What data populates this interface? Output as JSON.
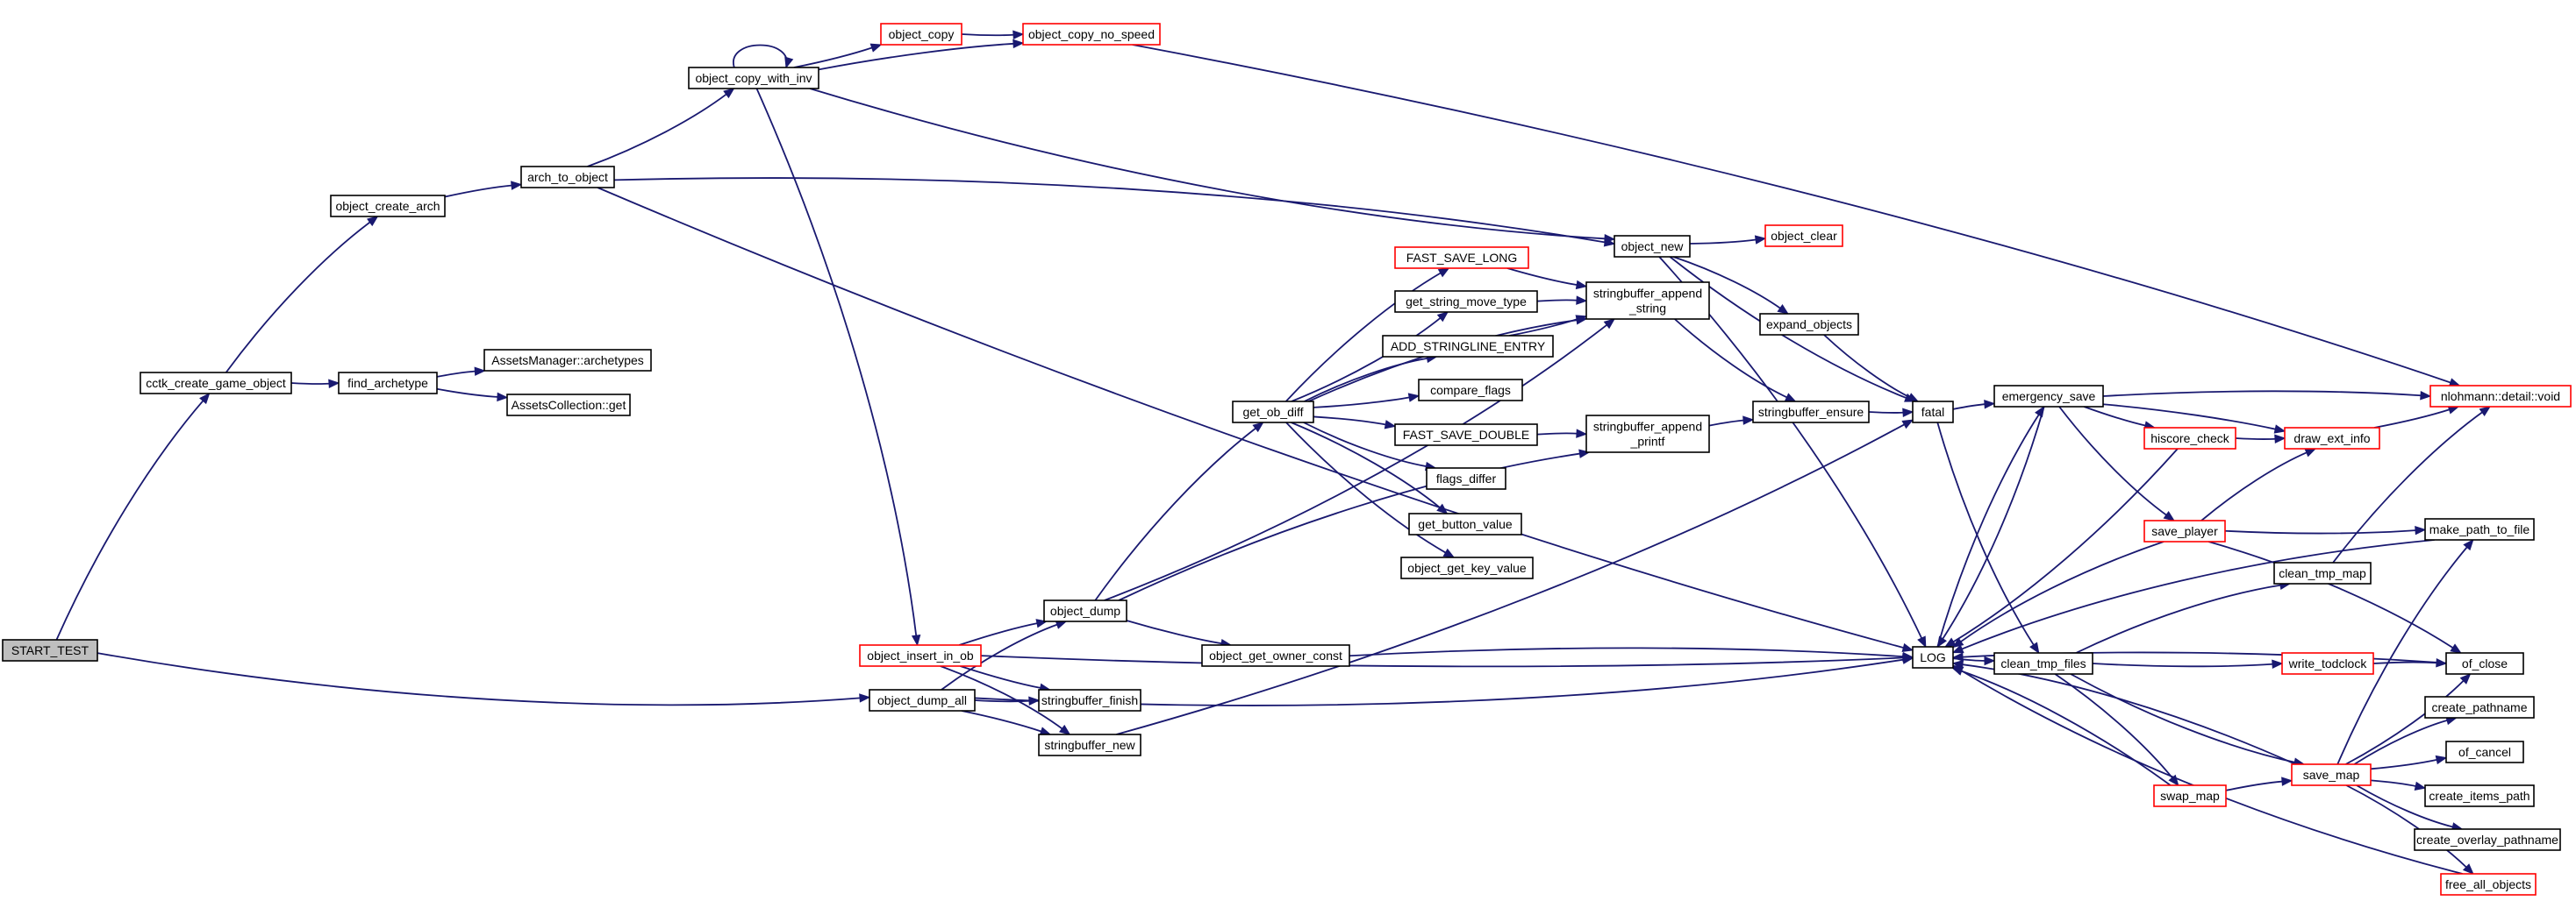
{
  "colors": {
    "edge": "#191970",
    "box_border": "#000000",
    "box_border_linked": "#ff0000",
    "root_fill": "#bfbfbf",
    "background": "#ffffff"
  },
  "nodes": [
    {
      "id": "start_test",
      "lines": [
        "START_TEST"
      ],
      "style": "root"
    },
    {
      "id": "cctk_create_game_object",
      "lines": [
        "cctk_create_game_object"
      ],
      "style": "normal"
    },
    {
      "id": "object_create_arch",
      "lines": [
        "object_create_arch"
      ],
      "style": "normal"
    },
    {
      "id": "find_archetype",
      "lines": [
        "find_archetype"
      ],
      "style": "normal"
    },
    {
      "id": "assets_manager_archetypes",
      "lines": [
        "AssetsManager::archetypes"
      ],
      "style": "normal"
    },
    {
      "id": "assets_collection_get",
      "lines": [
        "AssetsCollection::get"
      ],
      "style": "normal"
    },
    {
      "id": "arch_to_object",
      "lines": [
        "arch_to_object"
      ],
      "style": "normal"
    },
    {
      "id": "object_copy_with_inv",
      "lines": [
        "object_copy_with_inv"
      ],
      "style": "normal"
    },
    {
      "id": "object_copy",
      "lines": [
        "object_copy"
      ],
      "style": "linked"
    },
    {
      "id": "object_copy_no_speed",
      "lines": [
        "object_copy_no_speed"
      ],
      "style": "linked"
    },
    {
      "id": "object_new",
      "lines": [
        "object_new"
      ],
      "style": "normal"
    },
    {
      "id": "object_clear",
      "lines": [
        "object_clear"
      ],
      "style": "linked"
    },
    {
      "id": "expand_objects",
      "lines": [
        "expand_objects"
      ],
      "style": "normal"
    },
    {
      "id": "fast_save_long",
      "lines": [
        "FAST_SAVE_LONG"
      ],
      "style": "linked"
    },
    {
      "id": "get_string_move_type",
      "lines": [
        "get_string_move_type"
      ],
      "style": "normal"
    },
    {
      "id": "add_stringline_entry",
      "lines": [
        "ADD_STRINGLINE_ENTRY"
      ],
      "style": "normal"
    },
    {
      "id": "compare_flags",
      "lines": [
        "compare_flags"
      ],
      "style": "normal"
    },
    {
      "id": "fast_save_double",
      "lines": [
        "FAST_SAVE_DOUBLE"
      ],
      "style": "normal"
    },
    {
      "id": "flags_differ",
      "lines": [
        "flags_differ"
      ],
      "style": "normal"
    },
    {
      "id": "get_button_value",
      "lines": [
        "get_button_value"
      ],
      "style": "normal"
    },
    {
      "id": "object_get_key_value",
      "lines": [
        "object_get_key_value"
      ],
      "style": "normal"
    },
    {
      "id": "get_ob_diff",
      "lines": [
        "get_ob_diff"
      ],
      "style": "normal"
    },
    {
      "id": "stringbuffer_append_string",
      "lines": [
        "stringbuffer_append",
        "_string"
      ],
      "style": "normal"
    },
    {
      "id": "stringbuffer_append_printf",
      "lines": [
        "stringbuffer_append",
        "_printf"
      ],
      "style": "normal"
    },
    {
      "id": "stringbuffer_ensure",
      "lines": [
        "stringbuffer_ensure"
      ],
      "style": "normal"
    },
    {
      "id": "fatal",
      "lines": [
        "fatal"
      ],
      "style": "normal"
    },
    {
      "id": "emergency_save",
      "lines": [
        "emergency_save"
      ],
      "style": "normal"
    },
    {
      "id": "hiscore_check",
      "lines": [
        "hiscore_check"
      ],
      "style": "linked"
    },
    {
      "id": "draw_ext_info",
      "lines": [
        "draw_ext_info"
      ],
      "style": "linked"
    },
    {
      "id": "nlohmann_detail_void",
      "lines": [
        "nlohmann::detail::void"
      ],
      "style": "linked"
    },
    {
      "id": "save_player",
      "lines": [
        "save_player"
      ],
      "style": "linked"
    },
    {
      "id": "make_path_to_file",
      "lines": [
        "make_path_to_file"
      ],
      "style": "normal"
    },
    {
      "id": "clean_tmp_map",
      "lines": [
        "clean_tmp_map"
      ],
      "style": "normal"
    },
    {
      "id": "object_dump",
      "lines": [
        "object_dump"
      ],
      "style": "normal"
    },
    {
      "id": "object_insert_in_ob",
      "lines": [
        "object_insert_in_ob"
      ],
      "style": "linked"
    },
    {
      "id": "object_get_owner_const",
      "lines": [
        "object_get_owner_const"
      ],
      "style": "normal"
    },
    {
      "id": "log",
      "lines": [
        "LOG"
      ],
      "style": "normal"
    },
    {
      "id": "clean_tmp_files",
      "lines": [
        "clean_tmp_files"
      ],
      "style": "normal"
    },
    {
      "id": "write_todclock",
      "lines": [
        "write_todclock"
      ],
      "style": "linked"
    },
    {
      "id": "of_close",
      "lines": [
        "of_close"
      ],
      "style": "normal"
    },
    {
      "id": "object_dump_all",
      "lines": [
        "object_dump_all"
      ],
      "style": "normal"
    },
    {
      "id": "stringbuffer_finish",
      "lines": [
        "stringbuffer_finish"
      ],
      "style": "normal"
    },
    {
      "id": "stringbuffer_new",
      "lines": [
        "stringbuffer_new"
      ],
      "style": "normal"
    },
    {
      "id": "create_pathname",
      "lines": [
        "create_pathname"
      ],
      "style": "normal"
    },
    {
      "id": "of_cancel",
      "lines": [
        "of_cancel"
      ],
      "style": "normal"
    },
    {
      "id": "save_map",
      "lines": [
        "save_map"
      ],
      "style": "linked"
    },
    {
      "id": "swap_map",
      "lines": [
        "swap_map"
      ],
      "style": "linked"
    },
    {
      "id": "create_items_path",
      "lines": [
        "create_items_path"
      ],
      "style": "normal"
    },
    {
      "id": "create_overlay_pathname",
      "lines": [
        "create_overlay_pathname"
      ],
      "style": "normal"
    },
    {
      "id": "free_all_objects",
      "lines": [
        "free_all_objects"
      ],
      "style": "linked"
    }
  ],
  "edges": [
    [
      "start_test",
      "cctk_create_game_object"
    ],
    [
      "start_test",
      "object_dump_all"
    ],
    [
      "cctk_create_game_object",
      "object_create_arch"
    ],
    [
      "cctk_create_game_object",
      "find_archetype"
    ],
    [
      "find_archetype",
      "assets_manager_archetypes"
    ],
    [
      "find_archetype",
      "assets_collection_get"
    ],
    [
      "object_create_arch",
      "arch_to_object"
    ],
    [
      "arch_to_object",
      "object_copy_with_inv"
    ],
    [
      "arch_to_object",
      "object_new"
    ],
    [
      "arch_to_object",
      "log"
    ],
    [
      "object_copy_with_inv",
      "object_copy_with_inv"
    ],
    [
      "object_copy_with_inv",
      "object_copy"
    ],
    [
      "object_copy_with_inv",
      "object_copy_no_speed"
    ],
    [
      "object_copy_with_inv",
      "object_new"
    ],
    [
      "object_copy_with_inv",
      "object_insert_in_ob"
    ],
    [
      "object_copy",
      "object_copy_no_speed"
    ],
    [
      "object_copy_no_speed",
      "nlohmann_detail_void"
    ],
    [
      "object_new",
      "object_clear"
    ],
    [
      "object_new",
      "expand_objects"
    ],
    [
      "object_new",
      "fatal"
    ],
    [
      "object_new",
      "log"
    ],
    [
      "expand_objects",
      "fatal"
    ],
    [
      "object_insert_in_ob",
      "object_dump"
    ],
    [
      "object_insert_in_ob",
      "stringbuffer_finish"
    ],
    [
      "object_insert_in_ob",
      "stringbuffer_new"
    ],
    [
      "object_insert_in_ob",
      "log"
    ],
    [
      "object_dump_all",
      "object_dump"
    ],
    [
      "object_dump_all",
      "stringbuffer_finish"
    ],
    [
      "object_dump_all",
      "stringbuffer_new"
    ],
    [
      "object_dump_all",
      "log"
    ],
    [
      "object_dump",
      "get_ob_diff"
    ],
    [
      "object_dump",
      "stringbuffer_append_string"
    ],
    [
      "object_dump",
      "stringbuffer_append_printf"
    ],
    [
      "object_dump",
      "object_get_owner_const"
    ],
    [
      "object_get_owner_const",
      "log"
    ],
    [
      "stringbuffer_new",
      "fatal"
    ],
    [
      "get_ob_diff",
      "fast_save_long"
    ],
    [
      "get_ob_diff",
      "get_string_move_type"
    ],
    [
      "get_ob_diff",
      "add_stringline_entry"
    ],
    [
      "get_ob_diff",
      "compare_flags"
    ],
    [
      "get_ob_diff",
      "fast_save_double"
    ],
    [
      "get_ob_diff",
      "flags_differ"
    ],
    [
      "get_ob_diff",
      "get_button_value"
    ],
    [
      "get_ob_diff",
      "object_get_key_value"
    ],
    [
      "get_ob_diff",
      "stringbuffer_append_string"
    ],
    [
      "fast_save_long",
      "stringbuffer_append_string"
    ],
    [
      "get_string_move_type",
      "stringbuffer_append_string"
    ],
    [
      "add_stringline_entry",
      "stringbuffer_append_string"
    ],
    [
      "fast_save_double",
      "stringbuffer_append_printf"
    ],
    [
      "stringbuffer_append_string",
      "stringbuffer_ensure"
    ],
    [
      "stringbuffer_append_printf",
      "stringbuffer_ensure"
    ],
    [
      "stringbuffer_ensure",
      "fatal"
    ],
    [
      "fatal",
      "emergency_save"
    ],
    [
      "fatal",
      "clean_tmp_files"
    ],
    [
      "emergency_save",
      "nlohmann_detail_void"
    ],
    [
      "emergency_save",
      "hiscore_check"
    ],
    [
      "emergency_save",
      "draw_ext_info"
    ],
    [
      "emergency_save",
      "save_player"
    ],
    [
      "emergency_save",
      "log"
    ],
    [
      "hiscore_check",
      "draw_ext_info"
    ],
    [
      "hiscore_check",
      "log"
    ],
    [
      "draw_ext_info",
      "nlohmann_detail_void"
    ],
    [
      "save_player",
      "draw_ext_info"
    ],
    [
      "save_player",
      "make_path_to_file"
    ],
    [
      "save_player",
      "of_close"
    ],
    [
      "save_player",
      "log"
    ],
    [
      "clean_tmp_map",
      "nlohmann_detail_void"
    ],
    [
      "make_path_to_file",
      "log"
    ],
    [
      "log",
      "emergency_save"
    ],
    [
      "log",
      "clean_tmp_files"
    ],
    [
      "clean_tmp_files",
      "clean_tmp_map"
    ],
    [
      "clean_tmp_files",
      "write_todclock"
    ],
    [
      "clean_tmp_files",
      "swap_map"
    ],
    [
      "clean_tmp_files",
      "save_map"
    ],
    [
      "write_todclock",
      "of_close"
    ],
    [
      "of_close",
      "log"
    ],
    [
      "swap_map",
      "save_map"
    ],
    [
      "swap_map",
      "log"
    ],
    [
      "save_map",
      "make_path_to_file"
    ],
    [
      "save_map",
      "of_close"
    ],
    [
      "save_map",
      "create_pathname"
    ],
    [
      "save_map",
      "of_cancel"
    ],
    [
      "save_map",
      "create_items_path"
    ],
    [
      "save_map",
      "create_overlay_pathname"
    ],
    [
      "save_map",
      "free_all_objects"
    ],
    [
      "save_map",
      "log"
    ],
    [
      "free_all_objects",
      "log"
    ]
  ]
}
